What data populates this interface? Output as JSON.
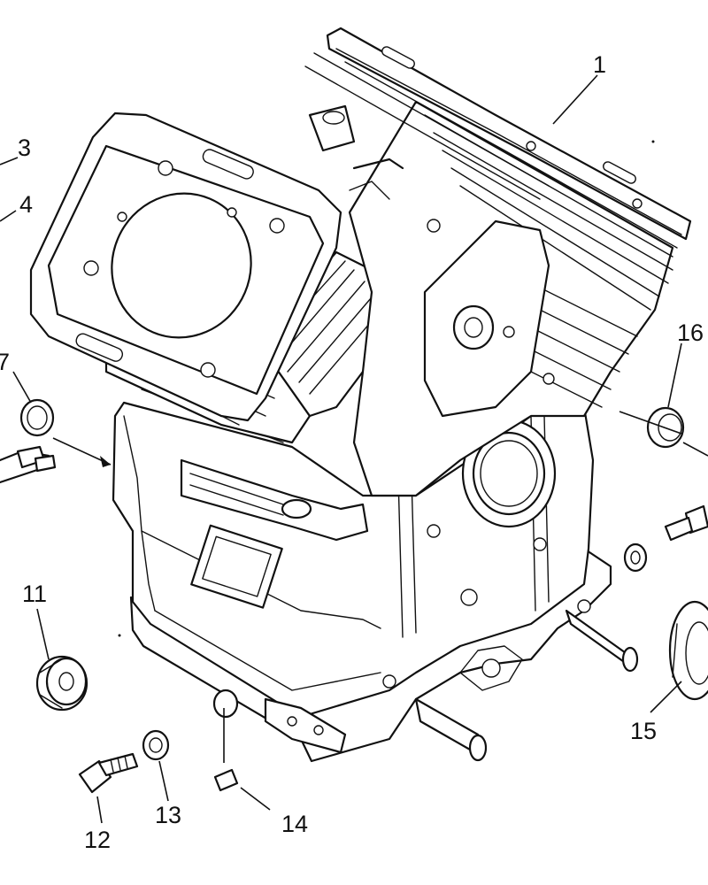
{
  "diagram": {
    "callouts": [
      {
        "id": "c1",
        "label": "1"
      },
      {
        "id": "c3",
        "label": "3"
      },
      {
        "id": "c4",
        "label": "4"
      },
      {
        "id": "c7",
        "label": "7"
      },
      {
        "id": "c11",
        "label": "11"
      },
      {
        "id": "c12",
        "label": "12"
      },
      {
        "id": "c13",
        "label": "13"
      },
      {
        "id": "c14",
        "label": "14"
      },
      {
        "id": "c15",
        "label": "15"
      },
      {
        "id": "c16",
        "label": "16"
      }
    ]
  }
}
